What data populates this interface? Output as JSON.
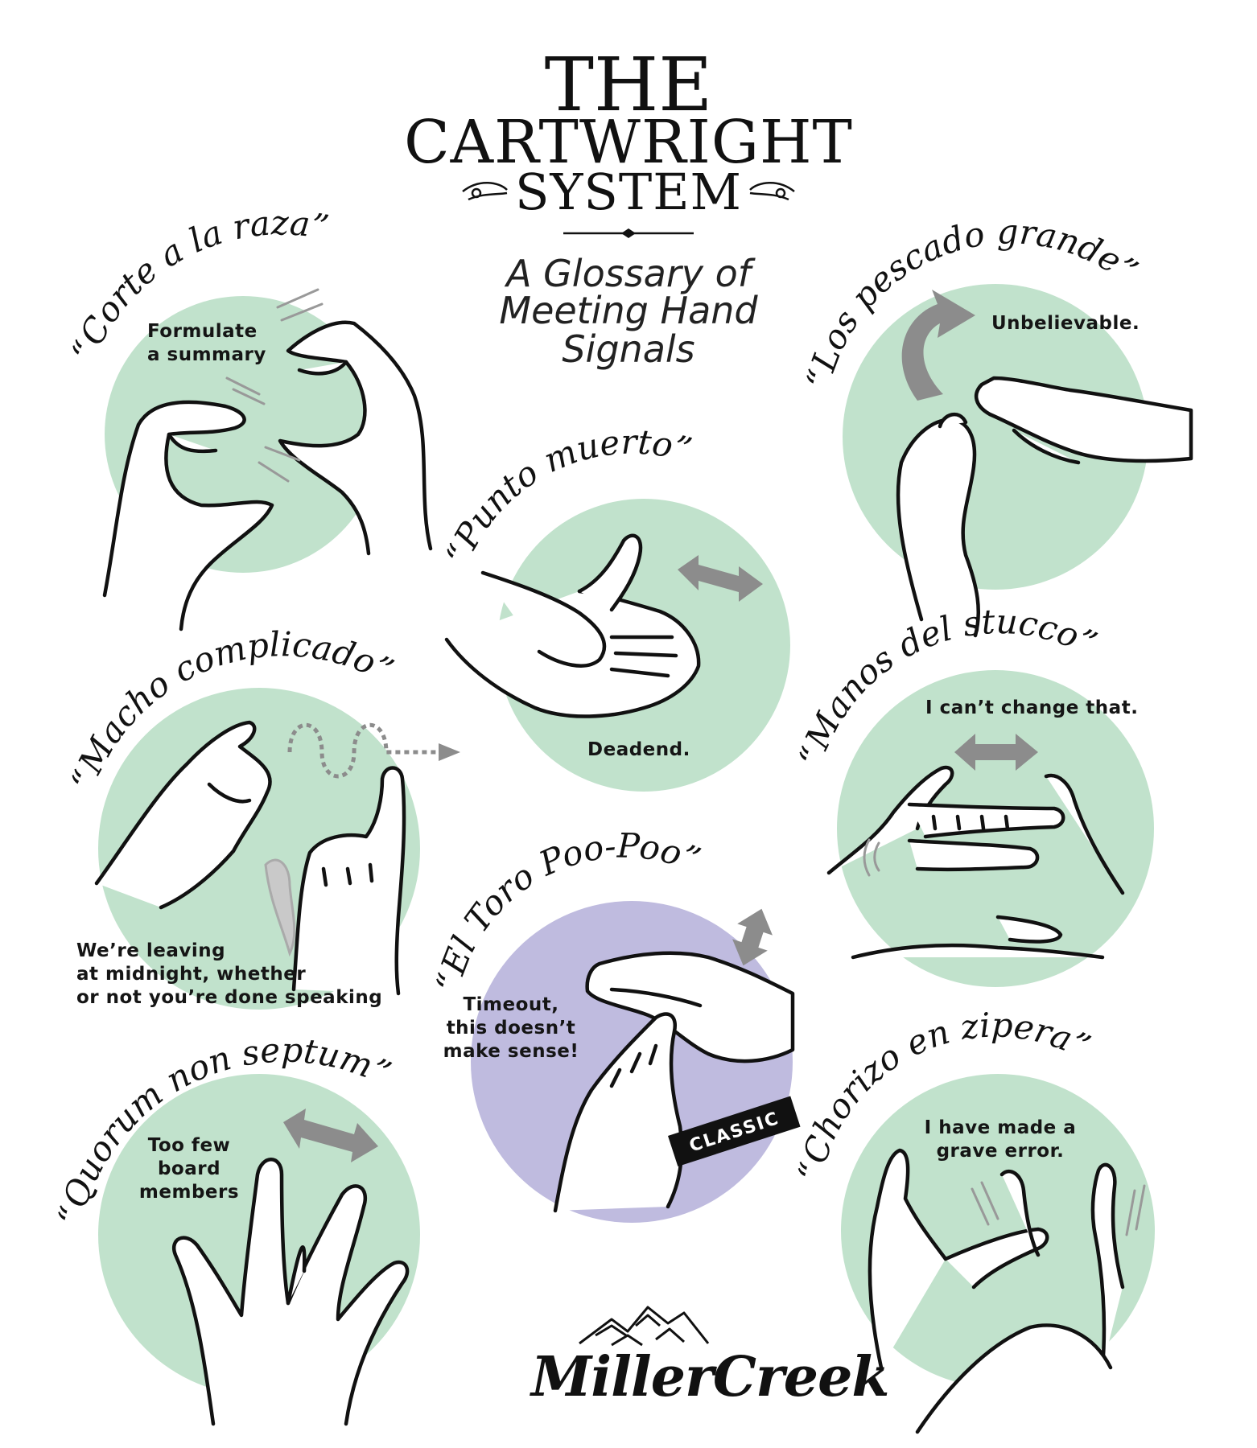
{
  "title": {
    "line1": "THE",
    "line2": "CARTWRIGHT",
    "line3": "SYSTEM"
  },
  "subtitle": {
    "line1": "A Glossary of",
    "line2": "Meeting Hand",
    "line3": "Signals"
  },
  "signals": [
    {
      "id": "corte",
      "name": "“Corte a la raza”",
      "caption": [
        "Formulate",
        "a summary"
      ],
      "color": "#c1e2cc"
    },
    {
      "id": "punto",
      "name": "“Punto muerto”",
      "caption": [
        "Deadend."
      ],
      "color": "#c1e2cc"
    },
    {
      "id": "pescado",
      "name": "“Los pescado grande”",
      "caption": [
        "Unbelievable."
      ],
      "color": "#c1e2cc"
    },
    {
      "id": "macho",
      "name": "“Macho complicado”",
      "caption": [
        "We’re leaving",
        "at midnight, whether",
        "or not you’re done speaking"
      ],
      "color": "#c1e2cc"
    },
    {
      "id": "manos",
      "name": "“Manos del stucco”",
      "caption": [
        "I can’t change that."
      ],
      "color": "#c1e2cc"
    },
    {
      "id": "toro",
      "name": "“El Toro Poo-Poo”",
      "caption": [
        "Timeout,",
        "this doesn’t",
        "make sense!"
      ],
      "badge": "CLASSIC",
      "color": "#bfbbdf"
    },
    {
      "id": "quorum",
      "name": "“Quorum non septum”",
      "caption": [
        "Too few",
        "board",
        "members"
      ],
      "color": "#c1e2cc"
    },
    {
      "id": "chorizo",
      "name": "“Chorizo en zipera”",
      "caption": [
        "I have made a",
        "grave error."
      ],
      "color": "#c1e2cc"
    }
  ],
  "brand": {
    "name": "MillerCreek",
    "logo_icon": "mountain-logo-icon"
  }
}
